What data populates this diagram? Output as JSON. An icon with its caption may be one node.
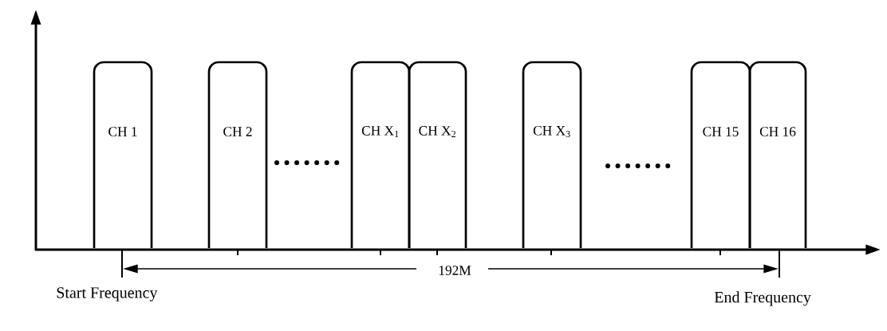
{
  "diagram": {
    "nodes": [
      {
        "text": [
          "CH 1"
        ]
      },
      {
        "text": [
          "CH 2"
        ]
      },
      {
        "text": [
          "CH X$_{1}$"
        ]
      },
      {
        "text": [
          "CH X$_{2}$"
        ]
      },
      {
        "text": [
          "CH X$_{3}$"
        ]
      },
      {
        "text": [
          "CH 15"
        ]
      },
      {
        "text": [
          "CH 16"
        ]
      }
    ],
    "labels": [
      "192M",
      "Start Frequency",
      "End Frequency"
    ]
  }
}
